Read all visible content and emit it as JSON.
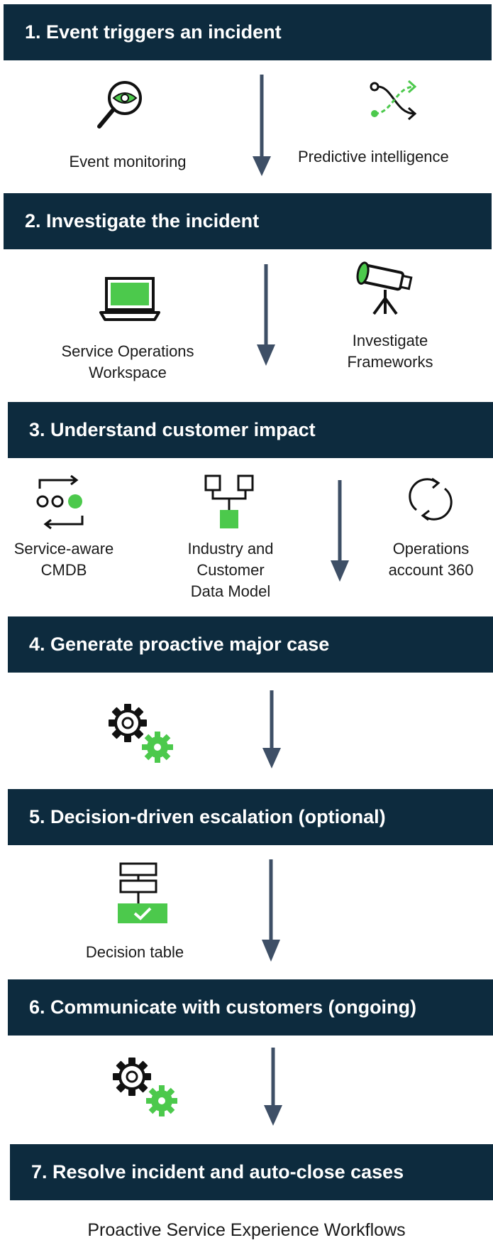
{
  "steps": [
    {
      "title": "1. Event triggers an incident"
    },
    {
      "title": "2. Investigate the incident"
    },
    {
      "title": "3. Understand customer impact"
    },
    {
      "title": "4. Generate proactive major case"
    },
    {
      "title": "5. Decision-driven escalation (optional)"
    },
    {
      "title": "6. Communicate with customers (ongoing)"
    },
    {
      "title": "7. Resolve incident and auto-close cases"
    }
  ],
  "capabilities": {
    "event_monitoring": {
      "label": "Event monitoring",
      "icon": "magnifier-eye-icon"
    },
    "predictive_intelligence": {
      "label": "Predictive intelligence",
      "icon": "shuffle-icon"
    },
    "service_operations_workspace": {
      "line1": "Service Operations",
      "line2": "Workspace",
      "icon": "laptop-icon"
    },
    "investigate_frameworks": {
      "line1": "Investigate",
      "line2": "Frameworks",
      "icon": "telescope-icon"
    },
    "service_aware_cmdb": {
      "line1": "Service-aware",
      "line2": "CMDB",
      "icon": "service-map-icon"
    },
    "industry_data_model": {
      "line1": "Industry and",
      "line2": "Customer",
      "line3": "Data Model",
      "icon": "hierarchy-icon"
    },
    "operations_account_360": {
      "line1": "Operations",
      "line2": "account 360",
      "icon": "cycle-icon"
    },
    "decision_table": {
      "label": "Decision table",
      "icon": "decision-table-icon"
    }
  },
  "caption": "Proactive Service Experience Workflows",
  "colors": {
    "bar": "#0d2b3e",
    "accent": "#4cc94c",
    "arrow": "#3e4f66"
  }
}
